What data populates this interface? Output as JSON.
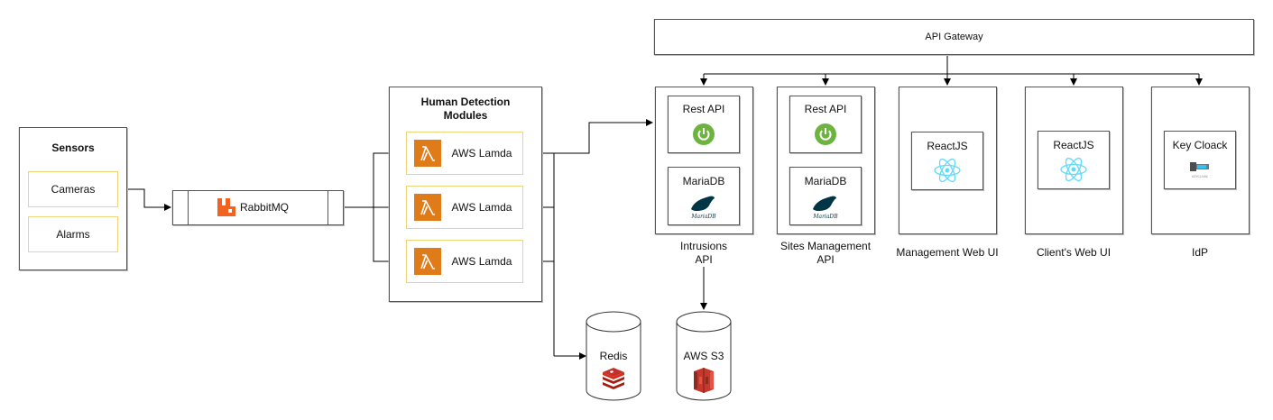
{
  "sensors": {
    "title": "Sensors",
    "items": [
      "Cameras",
      "Alarms"
    ]
  },
  "queue": {
    "label": "RabbitMQ",
    "icon": "rabbitmq-icon"
  },
  "detection": {
    "title_line1": "Human Detection",
    "title_line2": "Modules",
    "lambdas": [
      "AWS Lamda",
      "AWS Lamda",
      "AWS Lamda"
    ],
    "icon": "aws-lambda-icon"
  },
  "gateway": {
    "label": "API Gateway"
  },
  "services": [
    {
      "api": "Rest API",
      "db": "MariaDB",
      "caption_line1": "Intrusions",
      "caption_line2": "API"
    },
    {
      "api": "Rest API",
      "db": "MariaDB",
      "caption_line1": "Sites Management",
      "caption_line2": "API"
    }
  ],
  "uis": [
    {
      "inner": "ReactJS",
      "caption": "Management Web UI"
    },
    {
      "inner": "ReactJS",
      "caption": "Client's Web UI"
    },
    {
      "inner": "Key Cloack",
      "caption": "IdP",
      "logo_text": "KEYCLOAK"
    }
  ],
  "stores": {
    "redis": "Redis",
    "s3": "AWS S3"
  },
  "colors": {
    "lambda_orange": "#e07b1a",
    "rabbit_orange": "#f26322",
    "spring_green": "#6db33f",
    "react_blue": "#61dafb",
    "redis_red": "#c6302b",
    "s3_red": "#c7372b",
    "mariadb_blue": "#003545",
    "accent_yellow": "#f0d57a"
  }
}
